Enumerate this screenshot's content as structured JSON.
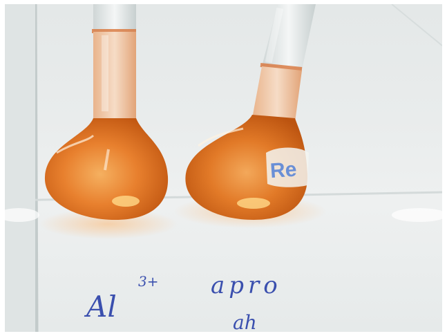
{
  "photo": {
    "handwriting": {
      "ion_label": "Al",
      "charge": "3+",
      "word": "apro",
      "second_line": "ah"
    },
    "flask_label_text": "Re",
    "colors": {
      "solution": "#e8782a",
      "solution_dark": "#c85a14",
      "tile": "#eceeee",
      "grout": "#c9cfcf",
      "ink": "#3a4fae"
    }
  }
}
